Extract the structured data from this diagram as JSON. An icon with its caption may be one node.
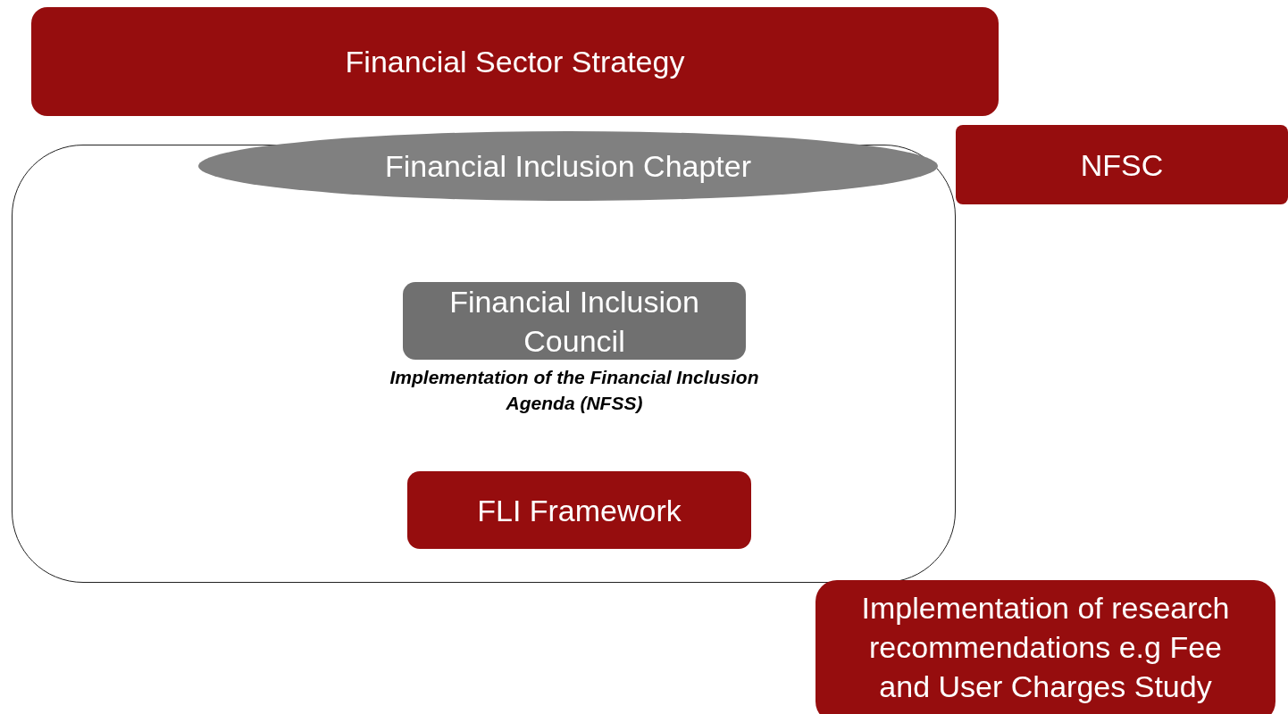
{
  "diagram": {
    "nodes": [
      {
        "text": [
          "Financial Sector Strategy"
        ]
      },
      {
        "text": [],
        "shape": "box"
      },
      {
        "text": [
          "Financial Inclusion Chapter"
        ]
      },
      {
        "text": [
          "NFSC"
        ]
      },
      {
        "text": [
          "Financial Inclusion Council"
        ],
        "beside": [
          "Implementation of the Financial Inclusion Agenda (NFSS)"
        ],
        "in": 1
      },
      {
        "text": [
          "FLI Framework"
        ],
        "in": 1
      },
      {
        "text": [
          "Implementation of research recommendations e.g Fee and User Charges Study"
        ]
      }
    ]
  }
}
